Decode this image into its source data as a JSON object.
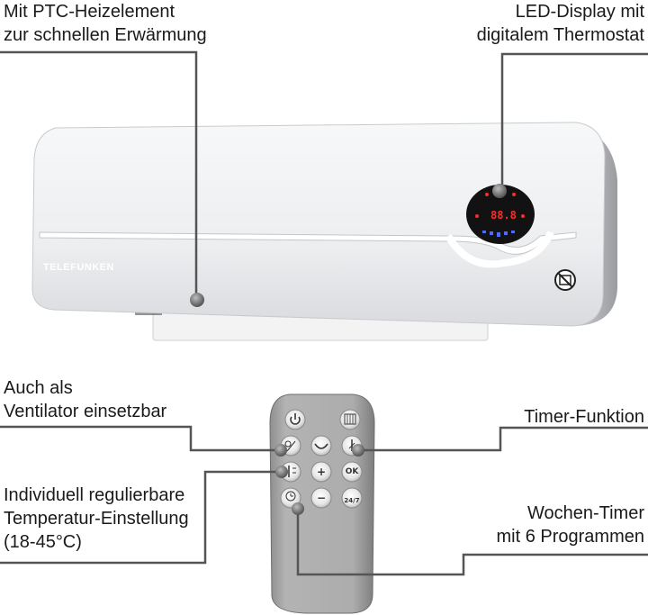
{
  "callouts": {
    "ptc": {
      "lines": [
        "Mit PTC-Heizelement",
        "zur schnellen Erwärmung"
      ]
    },
    "led": {
      "lines": [
        "LED-Display mit",
        "digitalem Thermostat"
      ]
    },
    "fan": {
      "lines": [
        "Auch als",
        "Ventilator einsetzbar"
      ]
    },
    "timer": {
      "lines": [
        "Timer-Funktion"
      ]
    },
    "temp": {
      "lines": [
        "Individuell regulierbare",
        "Temperatur-Einstellung",
        "(18-45°C)"
      ]
    },
    "weekly": {
      "lines": [
        "Wochen-Timer",
        "mit 6 Programmen"
      ]
    }
  },
  "heater": {
    "brand": "TELEFUNKEN",
    "display_reading": "88.8"
  },
  "remote": {
    "buttons": {
      "power": "power-icon",
      "mode": "mode-icon",
      "swing": "swing-icon",
      "timer": "timer-icon",
      "temp": "temperature-icon",
      "plus": "+",
      "ok": "OK",
      "weekly": "weekly-timer-icon",
      "minus": "−",
      "program": "24/7"
    }
  },
  "colors": {
    "leader_line": "#555555",
    "heater_body": "#eeeff1",
    "remote_body": "#a7a7a7",
    "display_digits": "#ff2a2a",
    "display_leds": "#4a6bff"
  }
}
